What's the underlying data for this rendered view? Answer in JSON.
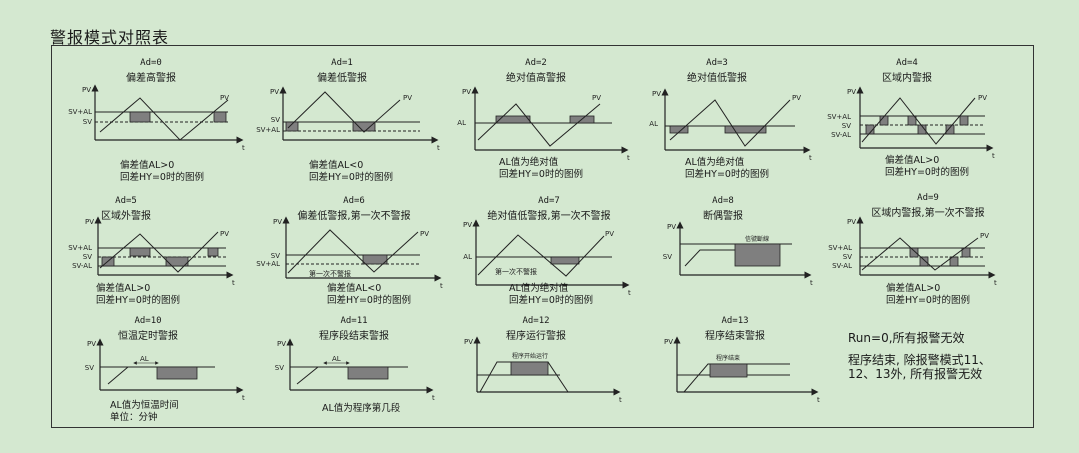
{
  "title": "警报模式对照表",
  "colors": {
    "background": "#d4e8d0",
    "line": "#222222",
    "shade": "#7f7f7f"
  },
  "panels": [
    {
      "id": "ad0",
      "code": "Ad=0",
      "name": "偏差高警报",
      "desc": [
        "偏差值AL>0",
        "回差HY=0时的图例"
      ],
      "labels": {
        "pv": "PV",
        "t": "t",
        "l1": "SV+AL",
        "l2": "SV",
        "top": "PV"
      }
    },
    {
      "id": "ad1",
      "code": "Ad=1",
      "name": "偏差低警报",
      "desc": [
        "偏差值AL<0",
        "回差HY=0时的图例"
      ],
      "labels": {
        "pv": "PV",
        "t": "t",
        "l1": "SV",
        "l2": "SV+AL",
        "top": "PV"
      }
    },
    {
      "id": "ad2",
      "code": "Ad=2",
      "name": "绝对值高警报",
      "desc": [
        "AL值为绝对值",
        "回差HY=0时的图例"
      ],
      "labels": {
        "pv": "PV",
        "t": "t",
        "l1": "AL",
        "top": "PV"
      }
    },
    {
      "id": "ad3",
      "code": "Ad=3",
      "name": "绝对值低警报",
      "desc": [
        "AL值为绝对值",
        "回差HY=0时的图例"
      ],
      "labels": {
        "pv": "PV",
        "t": "t",
        "l1": "AL",
        "top": "PV"
      }
    },
    {
      "id": "ad4",
      "code": "Ad=4",
      "name": "区域内警报",
      "desc": [
        "偏差值AL>0",
        "回差HY=0时的图例"
      ],
      "labels": {
        "pv": "PV",
        "t": "t",
        "l1": "SV+AL",
        "l2": "SV",
        "l3": "SV-AL",
        "top": "PV"
      }
    },
    {
      "id": "ad5",
      "code": "Ad=5",
      "name": "区域外警报",
      "desc": [
        "偏差值AL>0",
        "回差HY=0时的图例"
      ],
      "labels": {
        "pv": "PV",
        "t": "t",
        "l1": "SV+AL",
        "l2": "SV",
        "l3": "SV-AL",
        "top": "PV"
      }
    },
    {
      "id": "ad6",
      "code": "Ad=6",
      "name": "偏差低警报,第一次不警报",
      "desc": [
        "偏差值AL<0",
        "回差HY=0时的图例"
      ],
      "labels": {
        "pv": "PV",
        "t": "t",
        "l1": "SV",
        "l2": "SV+AL",
        "top": "PV",
        "inner": "第一次不警报"
      }
    },
    {
      "id": "ad7",
      "code": "Ad=7",
      "name": "绝对值低警报,第一次不警报",
      "desc": [
        "AL值为绝对值",
        "回差HY=0时的图例"
      ],
      "labels": {
        "pv": "PV",
        "t": "t",
        "l1": "AL",
        "top": "PV",
        "inner": "第一次不警报"
      }
    },
    {
      "id": "ad8",
      "code": "Ad=8",
      "name": "断偶警报",
      "desc": [],
      "labels": {
        "pv": "PV",
        "t": "t",
        "l1": "SV",
        "inner": "信號斷線"
      }
    },
    {
      "id": "ad9",
      "code": "Ad=9",
      "name": "区域内警报,第一次不警报",
      "desc": [
        "偏差值AL>0",
        "回差HY=0时的图例"
      ],
      "labels": {
        "pv": "PV",
        "t": "t",
        "l1": "SV+AL",
        "l2": "SV",
        "l3": "SV-AL",
        "top": "PV"
      }
    },
    {
      "id": "ad10",
      "code": "Ad=10",
      "name": "恒温定时警报",
      "desc": [
        "AL值为恒温时间",
        "单位：分钟"
      ],
      "labels": {
        "pv": "PV",
        "t": "t",
        "l1": "SV",
        "inner": "AL"
      }
    },
    {
      "id": "ad11",
      "code": "Ad=11",
      "name": "程序段结束警报",
      "desc": [
        "AL值为程序第几段"
      ],
      "labels": {
        "pv": "PV",
        "t": "t",
        "l1": "SV",
        "inner": "AL"
      }
    },
    {
      "id": "ad12",
      "code": "Ad=12",
      "name": "程序运行警报",
      "desc": [],
      "labels": {
        "pv": "PV",
        "t": "t",
        "inner": "程序开始运行"
      }
    },
    {
      "id": "ad13",
      "code": "Ad=13",
      "name": "程序结束警报",
      "desc": [],
      "labels": {
        "pv": "PV",
        "t": "t",
        "inner": "程序结束"
      }
    }
  ],
  "notes": {
    "run0": "Run=0,所有报警无效",
    "end1": "程序结束, 除报警模式11、",
    "end2": "12、13外, 所有报警无效"
  }
}
